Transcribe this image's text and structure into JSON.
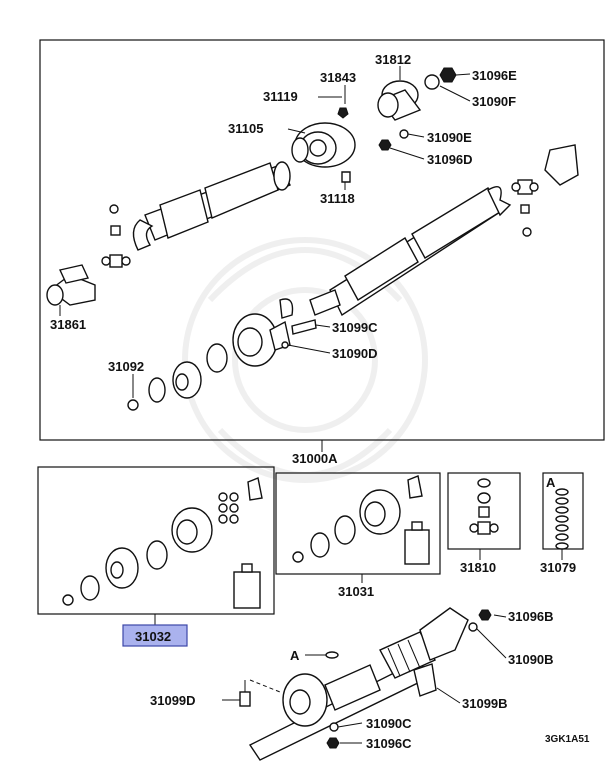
{
  "labels": {
    "p31812": "31812",
    "p31843": "31843",
    "p31119": "31119",
    "p31105": "31105",
    "p31118": "31118",
    "p31096E": "31096E",
    "p31090F": "31090F",
    "p31090E": "31090E",
    "p31096D": "31096D",
    "p31861": "31861",
    "p31099C": "31099C",
    "p31090D": "31090D",
    "p31092": "31092",
    "p31000A": "31000A",
    "p31032": "31032",
    "p31031": "31031",
    "p31810": "31810",
    "p31079": "31079",
    "boxA": "A",
    "p31096B": "31096B",
    "p31090B": "31090B",
    "p31099B": "31099B",
    "p31099D": "31099D",
    "p31090C": "31090C",
    "p31096C": "31096C",
    "refA": "A",
    "code": "3GK1A51"
  },
  "highlight_color": "#aab2ee"
}
